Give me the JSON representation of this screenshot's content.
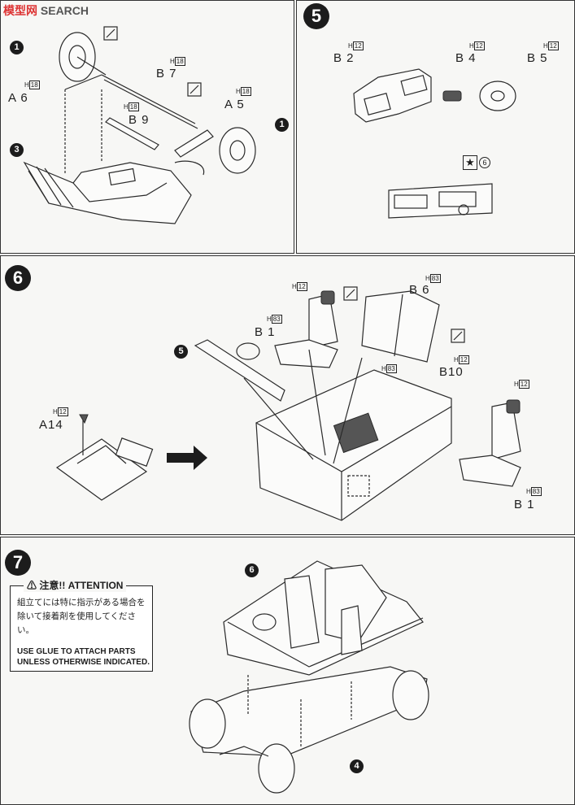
{
  "watermark": {
    "prefix": "模型网",
    "suffix": " SEARCH"
  },
  "steps": {
    "s5": "5",
    "s6": "6",
    "s7": "7"
  },
  "refs": {
    "r1": "1",
    "r3": "3",
    "r4": "4",
    "r5": "5",
    "r6": "6"
  },
  "star_ref": "6",
  "h12": "12",
  "h18": "18",
  "h83": "83",
  "h_prefix": "H",
  "parts": {
    "a6": "A 6",
    "b7": "B 7",
    "b9": "B 9",
    "a5": "A 5",
    "b2": "B 2",
    "b4": "B 4",
    "b5": "B 5",
    "b6": "B 6",
    "b1_top": "B 1",
    "b10": "B10",
    "b1_right": "B 1",
    "a14": "A14"
  },
  "attention": {
    "head": "注意!! ATTENTION",
    "jp": "組立てには特に指示がある場合を除いて接着剤を使用してください。",
    "en": "USE GLUE TO ATTACH PARTS UNLESS OTHERWISE INDICATED."
  },
  "colors": {
    "ink": "#1e1e1e",
    "paper": "#f7f7f5",
    "accent": "#d33"
  }
}
